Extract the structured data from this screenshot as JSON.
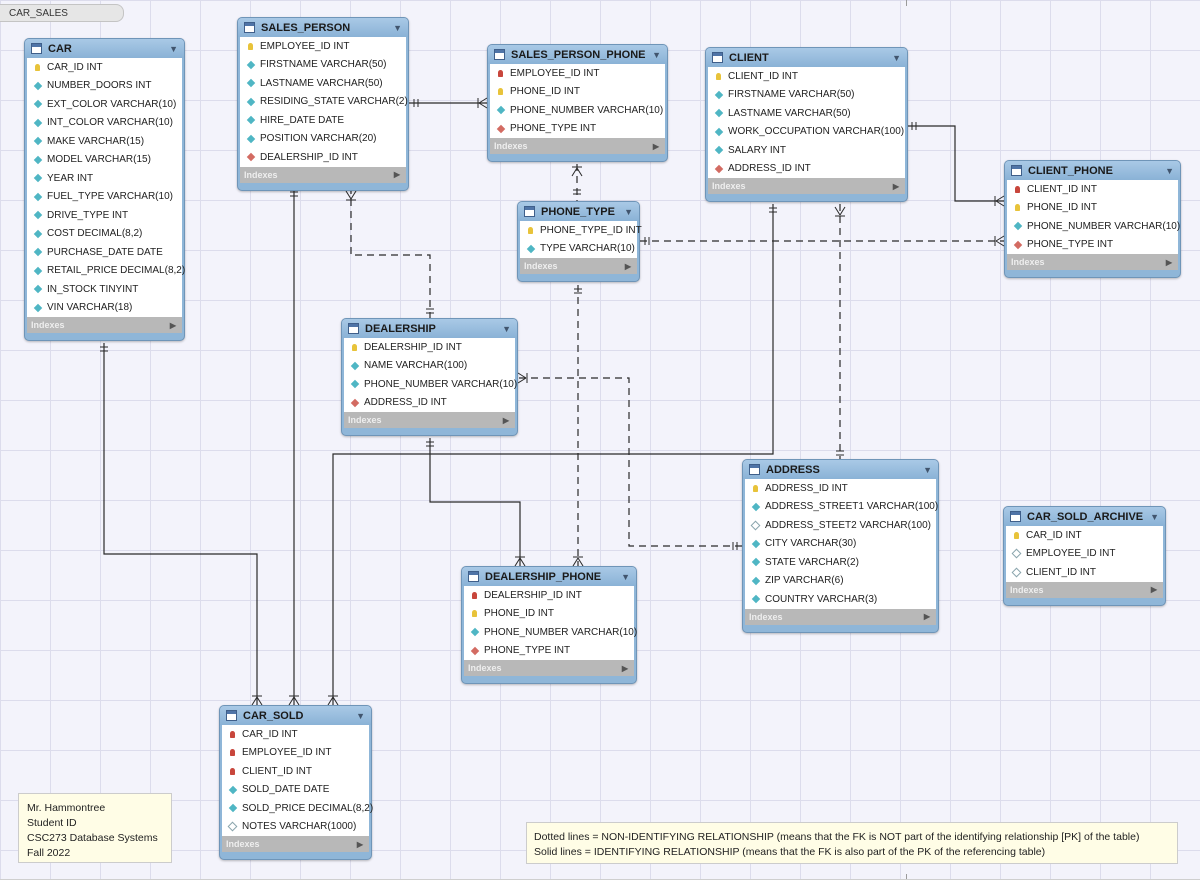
{
  "model_tab": "CAR_SALES",
  "indexes_label": "Indexes",
  "tables": {
    "car": {
      "name": "CAR",
      "columns": [
        {
          "text": "CAR_ID INT",
          "icon": "primary-key-icon"
        },
        {
          "text": "NUMBER_DOORS INT",
          "icon": "column-diamond-icon"
        },
        {
          "text": "EXT_COLOR VARCHAR(10)",
          "icon": "column-diamond-icon"
        },
        {
          "text": "INT_COLOR VARCHAR(10)",
          "icon": "column-diamond-icon"
        },
        {
          "text": "MAKE VARCHAR(15)",
          "icon": "column-diamond-icon"
        },
        {
          "text": "MODEL VARCHAR(15)",
          "icon": "column-diamond-icon"
        },
        {
          "text": "YEAR INT",
          "icon": "column-diamond-icon"
        },
        {
          "text": "FUEL_TYPE VARCHAR(10)",
          "icon": "column-diamond-icon"
        },
        {
          "text": "DRIVE_TYPE INT",
          "icon": "column-diamond-icon"
        },
        {
          "text": "COST DECIMAL(8,2)",
          "icon": "column-diamond-icon"
        },
        {
          "text": "PURCHASE_DATE DATE",
          "icon": "column-diamond-icon"
        },
        {
          "text": "RETAIL_PRICE DECIMAL(8,2)",
          "icon": "column-diamond-icon"
        },
        {
          "text": "IN_STOCK TINYINT",
          "icon": "column-diamond-icon"
        },
        {
          "text": "VIN VARCHAR(18)",
          "icon": "column-diamond-icon"
        }
      ]
    },
    "sales_person": {
      "name": "SALES_PERSON",
      "columns": [
        {
          "text": "EMPLOYEE_ID INT",
          "icon": "primary-key-icon"
        },
        {
          "text": "FIRSTNAME VARCHAR(50)",
          "icon": "column-diamond-icon"
        },
        {
          "text": "LASTNAME VARCHAR(50)",
          "icon": "column-diamond-icon"
        },
        {
          "text": "RESIDING_STATE VARCHAR(2)",
          "icon": "column-diamond-icon"
        },
        {
          "text": "HIRE_DATE DATE",
          "icon": "column-diamond-icon"
        },
        {
          "text": "POSITION VARCHAR(20)",
          "icon": "column-diamond-icon"
        },
        {
          "text": "DEALERSHIP_ID INT",
          "icon": "foreign-key-diamond-icon"
        }
      ]
    },
    "sales_person_phone": {
      "name": "SALES_PERSON_PHONE",
      "columns": [
        {
          "text": "EMPLOYEE_ID INT",
          "icon": "primary-foreign-key-icon"
        },
        {
          "text": "PHONE_ID INT",
          "icon": "primary-key-icon"
        },
        {
          "text": "PHONE_NUMBER VARCHAR(10)",
          "icon": "column-diamond-icon"
        },
        {
          "text": "PHONE_TYPE INT",
          "icon": "foreign-key-diamond-icon"
        }
      ]
    },
    "client": {
      "name": "CLIENT",
      "columns": [
        {
          "text": "CLIENT_ID INT",
          "icon": "primary-key-icon"
        },
        {
          "text": "FIRSTNAME VARCHAR(50)",
          "icon": "column-diamond-icon"
        },
        {
          "text": "LASTNAME VARCHAR(50)",
          "icon": "column-diamond-icon"
        },
        {
          "text": "WORK_OCCUPATION VARCHAR(100)",
          "icon": "column-diamond-icon"
        },
        {
          "text": "SALARY INT",
          "icon": "column-diamond-icon"
        },
        {
          "text": "ADDRESS_ID INT",
          "icon": "foreign-key-diamond-icon"
        }
      ]
    },
    "client_phone": {
      "name": "CLIENT_PHONE",
      "columns": [
        {
          "text": "CLIENT_ID INT",
          "icon": "primary-foreign-key-icon"
        },
        {
          "text": "PHONE_ID INT",
          "icon": "primary-key-icon"
        },
        {
          "text": "PHONE_NUMBER VARCHAR(10)",
          "icon": "column-diamond-icon"
        },
        {
          "text": "PHONE_TYPE INT",
          "icon": "foreign-key-diamond-icon"
        }
      ]
    },
    "phone_type": {
      "name": "PHONE_TYPE",
      "columns": [
        {
          "text": "PHONE_TYPE_ID INT",
          "icon": "primary-key-icon"
        },
        {
          "text": "TYPE VARCHAR(10)",
          "icon": "column-diamond-icon"
        }
      ]
    },
    "dealership": {
      "name": "DEALERSHIP",
      "columns": [
        {
          "text": "DEALERSHIP_ID INT",
          "icon": "primary-key-icon"
        },
        {
          "text": "NAME VARCHAR(100)",
          "icon": "column-diamond-icon"
        },
        {
          "text": "PHONE_NUMBER VARCHAR(10)",
          "icon": "column-diamond-icon"
        },
        {
          "text": "ADDRESS_ID INT",
          "icon": "foreign-key-diamond-icon"
        }
      ]
    },
    "address": {
      "name": "ADDRESS",
      "columns": [
        {
          "text": "ADDRESS_ID INT",
          "icon": "primary-key-icon"
        },
        {
          "text": "ADDRESS_STREET1 VARCHAR(100)",
          "icon": "column-diamond-icon"
        },
        {
          "text": "ADDRESS_STEET2 VARCHAR(100)",
          "icon": "nullable-column-icon"
        },
        {
          "text": "CITY VARCHAR(30)",
          "icon": "column-diamond-icon"
        },
        {
          "text": "STATE VARCHAR(2)",
          "icon": "column-diamond-icon"
        },
        {
          "text": "ZIP VARCHAR(6)",
          "icon": "column-diamond-icon"
        },
        {
          "text": "COUNTRY VARCHAR(3)",
          "icon": "column-diamond-icon"
        }
      ]
    },
    "car_sold_archive": {
      "name": "CAR_SOLD_ARCHIVE",
      "columns": [
        {
          "text": "CAR_ID INT",
          "icon": "primary-key-icon"
        },
        {
          "text": "EMPLOYEE_ID INT",
          "icon": "nullable-column-icon"
        },
        {
          "text": "CLIENT_ID INT",
          "icon": "nullable-column-icon"
        }
      ]
    },
    "dealership_phone": {
      "name": "DEALERSHIP_PHONE",
      "columns": [
        {
          "text": "DEALERSHIP_ID INT",
          "icon": "primary-foreign-key-icon"
        },
        {
          "text": "PHONE_ID INT",
          "icon": "primary-key-icon"
        },
        {
          "text": "PHONE_NUMBER VARCHAR(10)",
          "icon": "column-diamond-icon"
        },
        {
          "text": "PHONE_TYPE INT",
          "icon": "foreign-key-diamond-icon"
        }
      ]
    },
    "car_sold": {
      "name": "CAR_SOLD",
      "columns": [
        {
          "text": "CAR_ID INT",
          "icon": "primary-foreign-key-icon"
        },
        {
          "text": "EMPLOYEE_ID INT",
          "icon": "primary-foreign-key-icon"
        },
        {
          "text": "CLIENT_ID INT",
          "icon": "primary-foreign-key-icon"
        },
        {
          "text": "SOLD_DATE DATE",
          "icon": "column-diamond-icon"
        },
        {
          "text": "SOLD_PRICE DECIMAL(8,2)",
          "icon": "column-diamond-icon"
        },
        {
          "text": "NOTES VARCHAR(1000)",
          "icon": "nullable-column-icon"
        }
      ]
    }
  },
  "notes": {
    "author": [
      "Mr. Hammontree",
      "Student ID",
      "CSC273 Database Systems",
      "Fall 2022"
    ],
    "legend": [
      "Dotted lines = NON-IDENTIFYING RELATIONSHIP (means that the FK is NOT part of the identifying relationship [PK] of the table)",
      "Solid lines = IDENTIFYING RELATIONSHIP (means that the FK is also part of the PK of the referencing table)"
    ]
  },
  "relationships": [
    {
      "from": "sales_person",
      "to": "sales_person_phone",
      "style": "solid"
    },
    {
      "from": "client",
      "to": "client_phone",
      "style": "solid"
    },
    {
      "from": "phone_type",
      "to": "client_phone",
      "style": "dashed"
    },
    {
      "from": "sales_person_phone",
      "to": "phone_type",
      "style": "dashed"
    },
    {
      "from": "dealership",
      "to": "sales_person",
      "style": "dashed"
    },
    {
      "from": "phone_type",
      "to": "dealership_phone",
      "style": "dashed"
    },
    {
      "from": "address",
      "to": "client",
      "style": "dashed"
    },
    {
      "from": "address",
      "to": "dealership",
      "style": "dashed"
    },
    {
      "from": "dealership",
      "to": "dealership_phone",
      "style": "solid"
    },
    {
      "from": "car",
      "to": "car_sold",
      "style": "solid"
    },
    {
      "from": "sales_person",
      "to": "car_sold",
      "style": "solid"
    },
    {
      "from": "client",
      "to": "car_sold",
      "style": "solid"
    }
  ]
}
